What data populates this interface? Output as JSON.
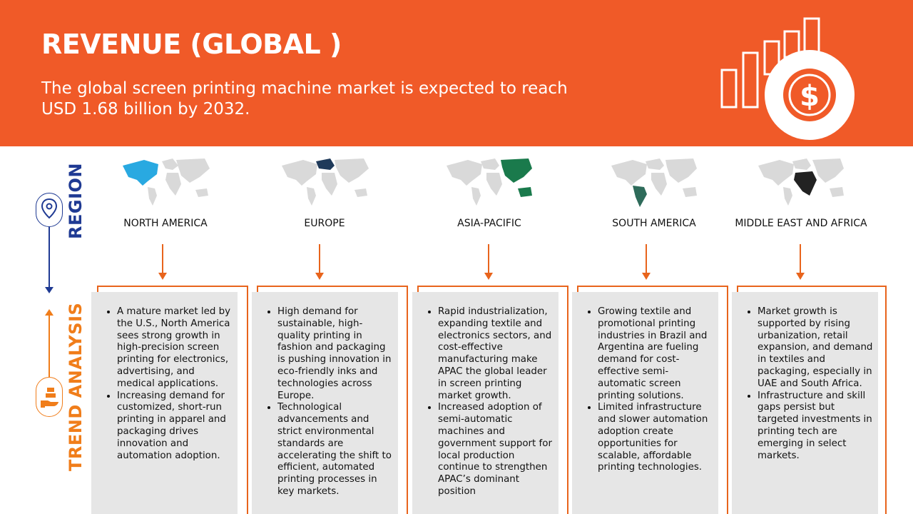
{
  "header": {
    "title": "REVENUE (GLOBAL )",
    "subtitle": "The global screen printing machine market is expected to reach USD 1.68 billion by 2032.",
    "icon": "revenue-chart-dollar-icon"
  },
  "side": {
    "region_label": "REGION",
    "trend_label": "TREND ANALYSIS",
    "region_icon": "location-pin-icon",
    "trend_icon": "hand-money-icon"
  },
  "colors": {
    "header_bg": "#f05a28",
    "region_blue": "#1f3a93",
    "trend_orange": "#f07d1a",
    "arrow": "#e8641c",
    "card_bg": "#e6e6e6",
    "map_grey": "#d9d9d9",
    "north_america": "#29a9e1",
    "europe": "#1f3a5a",
    "asia_pacific": "#1a7a4c",
    "south_america": "#2e6b5a",
    "mea": "#222222"
  },
  "regions": [
    {
      "name": "NORTH AMERICA",
      "points": [
        "A mature market led by the U.S., North America sees strong growth in high-precision screen printing for electronics, advertising, and medical applications.",
        "Increasing demand for customized, short-run printing in apparel and packaging drives innovation and automation adoption."
      ]
    },
    {
      "name": "EUROPE",
      "points": [
        "High demand for sustainable, high-quality printing in fashion and packaging is pushing innovation in eco-friendly inks and technologies across Europe.",
        "Technological advancements and strict environmental standards are accelerating the shift to efficient, automated printing processes in key markets."
      ]
    },
    {
      "name": "ASIA-PACIFIC",
      "points": [
        "Rapid industrialization, expanding textile and electronics sectors, and cost-effective manufacturing make APAC the global leader in screen printing market growth.",
        "Increased adoption of semi-automatic machines and government support for local production continue to strengthen APAC’s dominant position"
      ]
    },
    {
      "name": "SOUTH AMERICA",
      "points": [
        "Growing textile and promotional printing industries in Brazil and Argentina are fueling demand for cost-effective semi-automatic screen printing solutions.",
        "Limited infrastructure and slower automation adoption create opportunities for scalable, affordable printing technologies."
      ]
    },
    {
      "name": "MIDDLE EAST AND AFRICA",
      "points": [
        "Market growth is supported by rising urbanization, retail expansion, and demand in textiles and packaging, especially in UAE and South Africa.",
        "Infrastructure and skill gaps persist but targeted investments in printing tech are emerging in select markets."
      ]
    }
  ]
}
